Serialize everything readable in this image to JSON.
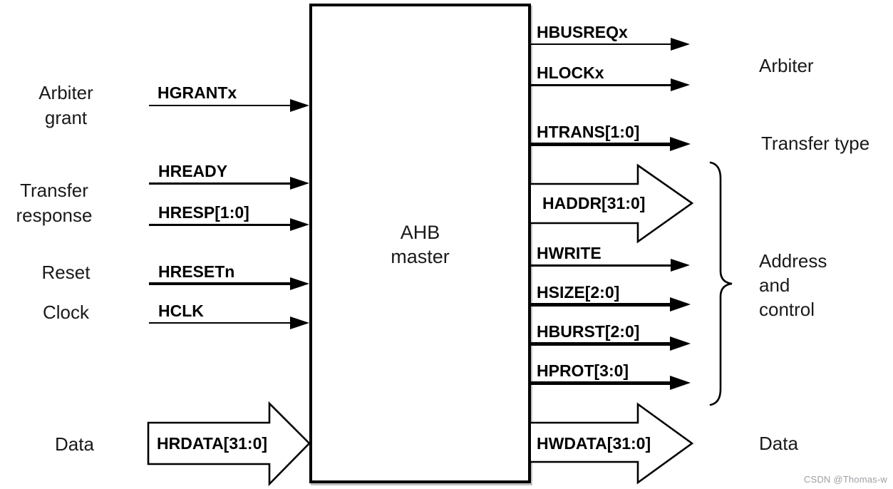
{
  "block": {
    "title_line1": "AHB",
    "title_line2": "master"
  },
  "labels": {
    "arbiter_grant_line1": "Arbiter",
    "arbiter_grant_line2": "grant",
    "transfer_response_line1": "Transfer",
    "transfer_response_line2": "response",
    "reset": "Reset",
    "clock": "Clock",
    "data_left": "Data",
    "arbiter": "Arbiter",
    "transfer_type": "Transfer type",
    "address_line1": "Address",
    "address_line2": "and",
    "address_line3": "control",
    "data_right": "Data"
  },
  "signals": {
    "left": [
      {
        "name": "HGRANTx",
        "type": "wire",
        "direction": "in"
      },
      {
        "name": "HREADY",
        "type": "wire",
        "direction": "in"
      },
      {
        "name": "HRESP[1:0]",
        "type": "bus",
        "direction": "in"
      },
      {
        "name": "HRESETn",
        "type": "wire",
        "direction": "in"
      },
      {
        "name": "HCLK",
        "type": "wire",
        "direction": "in"
      },
      {
        "name": "HRDATA[31:0]",
        "type": "wide-bus",
        "direction": "in"
      }
    ],
    "right": [
      {
        "name": "HBUSREQx",
        "type": "wire",
        "direction": "out"
      },
      {
        "name": "HLOCKx",
        "type": "wire",
        "direction": "out"
      },
      {
        "name": "HTRANS[1:0]",
        "type": "bus",
        "direction": "out"
      },
      {
        "name": "HADDR[31:0]",
        "type": "wide-bus",
        "direction": "out"
      },
      {
        "name": "HWRITE",
        "type": "wire",
        "direction": "out"
      },
      {
        "name": "HSIZE[2:0]",
        "type": "bus",
        "direction": "out"
      },
      {
        "name": "HBURST[2:0]",
        "type": "bus",
        "direction": "out"
      },
      {
        "name": "HPROT[3:0]",
        "type": "bus",
        "direction": "out"
      }
    ]
  },
  "right_signal_wide": {
    "name": "HWDATA[31:0]",
    "type": "wide-bus",
    "direction": "out"
  },
  "watermark": "CSDN @Thomas-w",
  "colors": {
    "ink": "#000000",
    "background": "#ffffff",
    "watermark_gray": "#9da0a6"
  }
}
